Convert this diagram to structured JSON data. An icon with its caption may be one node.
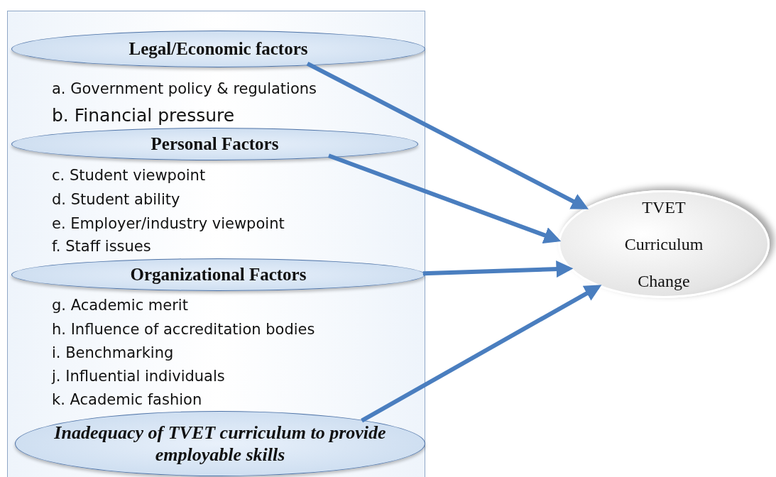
{
  "diagram": {
    "nodes": [
      {
        "text": [],
        "shape": "box"
      },
      {
        "text": [
          "Legal/Economic factors"
        ],
        "in": 0
      },
      {
        "text": [
          "Personal Factors"
        ],
        "in": 0
      },
      {
        "text": [
          "Organizational Factors"
        ],
        "in": 0
      },
      {
        "text": [
          "Inadequacy of TVET curriculum to provide employable skills"
        ],
        "in": 0
      },
      {
        "text": [
          "TVET Curriculum Change"
        ]
      }
    ],
    "edges": [
      {
        "from": 1,
        "to": 5,
        "arrow": "to"
      },
      {
        "from": 2,
        "to": 5,
        "arrow": "to"
      },
      {
        "from": 3,
        "to": 5,
        "arrow": "to"
      },
      {
        "from": 4,
        "to": 5,
        "arrow": "to"
      }
    ],
    "labels": [
      "a. Government policy & regulations",
      "b. Financial pressure",
      "c. Student viewpoint",
      "d. Student ability",
      "e. Employer/industry viewpoint",
      "f. Staff issues",
      "g. Academic merit",
      "h. Influence of accreditation bodies",
      "i. Benchmarking",
      "j. Influential individuals",
      "k. Academic fashion"
    ]
  }
}
